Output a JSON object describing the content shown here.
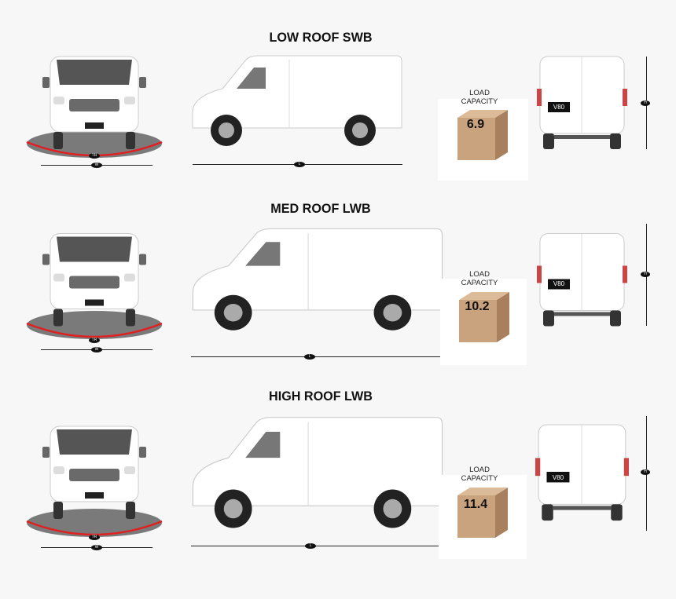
{
  "rows": [
    {
      "title": "LOW ROOF SWB",
      "load_label_1": "LOAD",
      "load_label_2": "CAPACITY",
      "load_capacity": "6.9",
      "track_label": "TR",
      "width_label": "W",
      "length_label": "L",
      "height_label": "H",
      "plate": "V80"
    },
    {
      "title": "MED ROOF LWB",
      "load_label_1": "LOAD",
      "load_label_2": "CAPACITY",
      "load_capacity": "10.2",
      "track_label": "TR",
      "width_label": "W",
      "length_label": "L",
      "height_label": "H",
      "plate": "V80"
    },
    {
      "title": "HIGH ROOF LWB",
      "load_label_1": "LOAD",
      "load_label_2": "CAPACITY",
      "load_capacity": "11.4",
      "track_label": "TR",
      "width_label": "W",
      "length_label": "L",
      "height_label": "H",
      "plate": "V80"
    }
  ],
  "colors": {
    "van": "#ffffff",
    "turning_circle": "#7a7a7a",
    "turning_arc": "#e02020",
    "box": "#c9a27e"
  }
}
